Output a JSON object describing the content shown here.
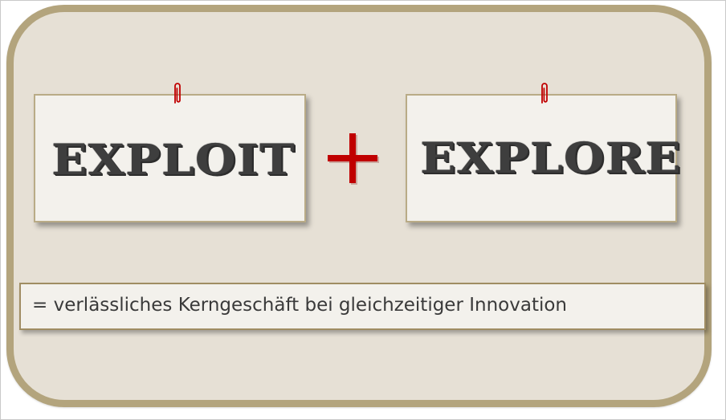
{
  "cards": {
    "left": {
      "word": "EXPLOIT"
    },
    "right": {
      "word": "EXPLORE"
    }
  },
  "operator": {
    "symbol": "+",
    "icon": "plus-icon",
    "color": "#c00000"
  },
  "result": {
    "text": "= verlässliches Kerngeschäft bei gleichzeitiger Innovation"
  },
  "colors": {
    "panel_background": "#e6e0d5",
    "panel_border": "#b3a47d",
    "card_background": "#f3f1ec",
    "text": "#3e3e3e",
    "paperclip": "#c00000"
  }
}
